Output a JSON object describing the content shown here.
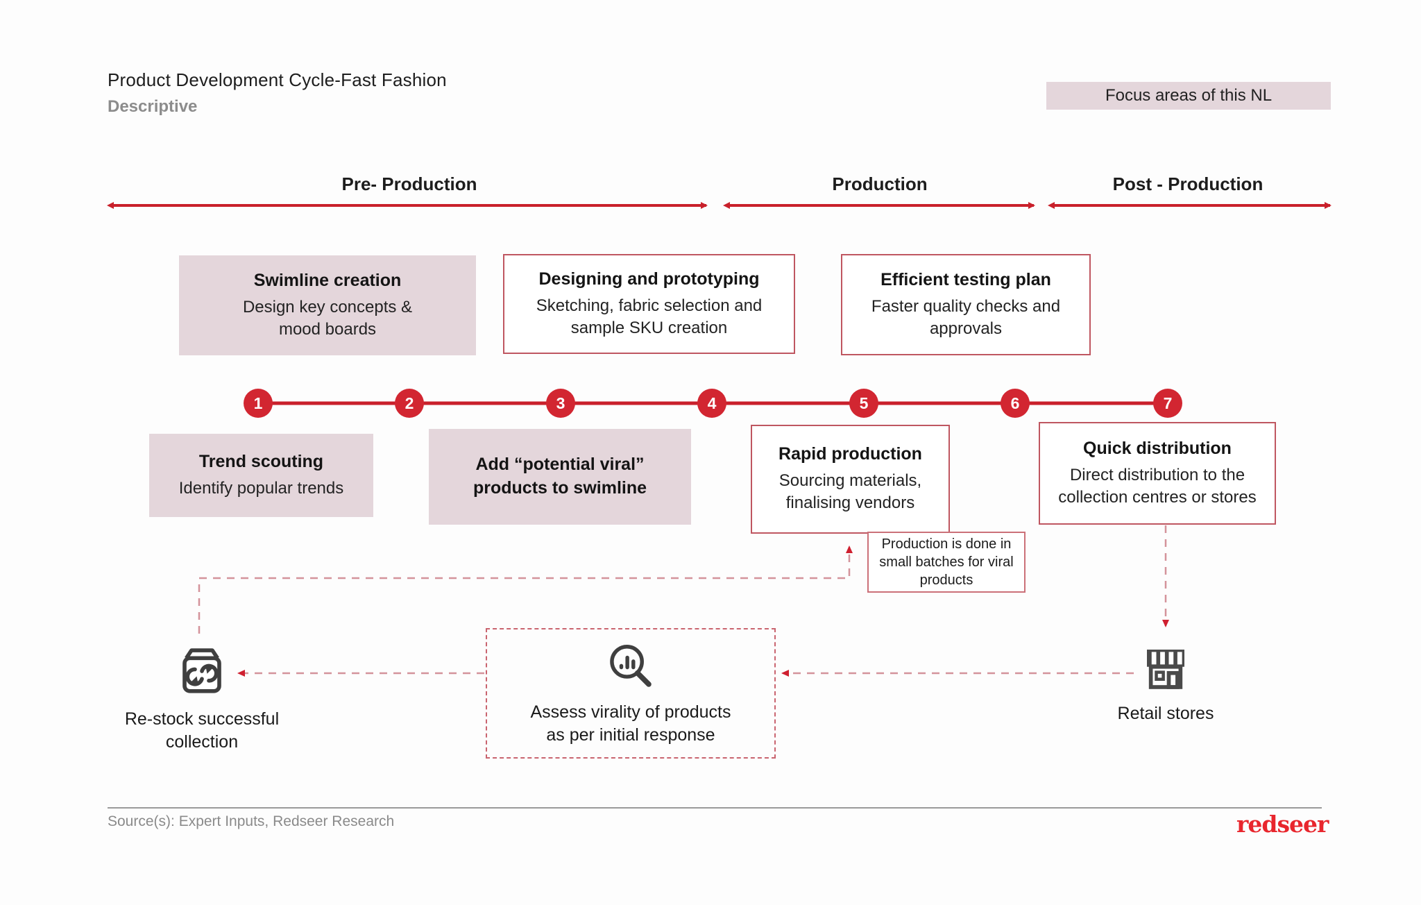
{
  "header": {
    "title": "Product Development Cycle-Fast Fashion",
    "subtitle": "Descriptive",
    "focus_badge": "Focus areas of this NL"
  },
  "phases": [
    {
      "label": "Pre- Production"
    },
    {
      "label": "Production"
    },
    {
      "label": "Post - Production"
    }
  ],
  "timeline": {
    "steps": [
      "1",
      "2",
      "3",
      "4",
      "5",
      "6",
      "7"
    ]
  },
  "boxes": {
    "swimline": {
      "title": "Swimline creation",
      "body": "Design key concepts &\nmood boards"
    },
    "designing": {
      "title": "Designing and prototyping",
      "body": "Sketching, fabric selection and\nsample SKU creation"
    },
    "testing": {
      "title": "Efficient testing plan",
      "body": "Faster quality checks and\napprovals"
    },
    "trend": {
      "title": "Trend scouting",
      "body": "Identify popular trends"
    },
    "viral": {
      "title": "Add “potential viral”\nproducts to swimline"
    },
    "rapid": {
      "title": "Rapid production",
      "body": "Sourcing materials,\nfinalising vendors"
    },
    "quick": {
      "title": "Quick distribution",
      "body": "Direct distribution to the\ncollection centres or stores"
    }
  },
  "callout": {
    "text": "Production is done in\nsmall batches for viral\nproducts"
  },
  "bottom": {
    "restock": {
      "label": "Re-stock successful\ncollection",
      "icon": "restock-loop-icon"
    },
    "assess": {
      "label": "Assess virality of products\nas per initial response",
      "icon": "magnifier-chart-icon"
    },
    "retail": {
      "label": "Retail stores",
      "icon": "storefront-icon"
    }
  },
  "footer": {
    "source": "Source(s): Expert Inputs, Redseer Research",
    "logo": "redseer"
  },
  "colors": {
    "accent_red": "#c9202b",
    "circle_red": "#d22631",
    "box_fill": "#e4d6db",
    "box_border": "#bf5660",
    "dashed_connector": "#d4939b",
    "text_dark": "#1d1d1d",
    "text_gray": "#8c8c8c"
  }
}
